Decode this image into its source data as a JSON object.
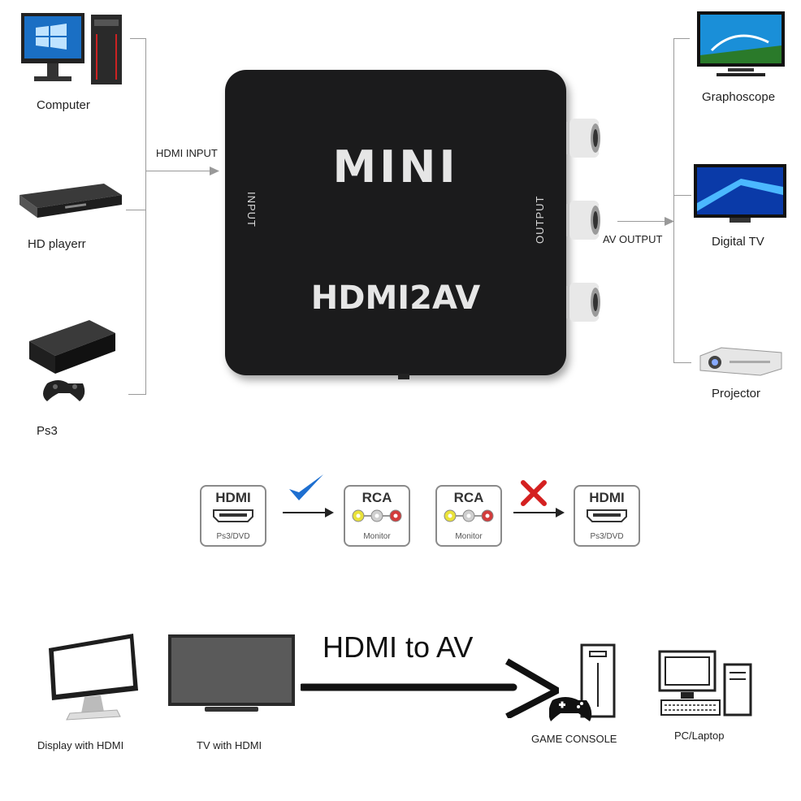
{
  "sources": {
    "computer": "Computer",
    "hd_player": "HD playerr",
    "ps3": "Ps3",
    "input_label": "HDMI INPUT"
  },
  "device": {
    "mini": "MINI",
    "model": "HDMI2AV",
    "input_side": "INPUT",
    "output_side": "OUTPUT"
  },
  "outputs": {
    "output_label": "AV OUTPUT",
    "graphoscope": "Graphoscope",
    "digital_tv": "Digital  TV",
    "projector": "Projector"
  },
  "direction": {
    "card1_title": "HDMI",
    "card1_sub": "Ps3/DVD",
    "card2_title": "RCA",
    "card2_sub": "Monitor",
    "card3_title": "RCA",
    "card3_sub": "Monitor",
    "card4_title": "HDMI",
    "card4_sub": "Ps3/DVD",
    "colors": {
      "check": "#1e6fd0",
      "cross": "#d42020",
      "rca_yellow": "#e9e23a",
      "rca_white": "#cfcfcf",
      "rca_red": "#d23c3c"
    }
  },
  "bottom": {
    "display_label": "Display with HDMI",
    "tv_label": "TV with HDMI",
    "headline": "HDMI to AV",
    "console_label": "GAME CONSOLE",
    "pc_label": "PC/Laptop"
  }
}
